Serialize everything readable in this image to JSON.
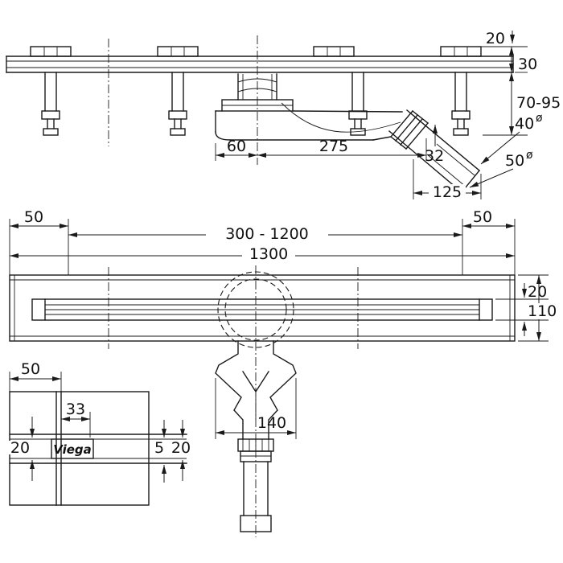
{
  "brand": "Viega",
  "colors": {
    "line": "#1a1a1a",
    "background": "#ffffff"
  },
  "side_view": {
    "dims": {
      "grate_recess": "20",
      "frame_height": "30",
      "adjust_range": "70-95",
      "outlet_dia_inner": "40",
      "outlet_dia_outer": "50",
      "dia_symbol": "ø",
      "flange_to_center": "60",
      "center_to_outlet": "275",
      "outlet_depth": "32",
      "outlet_length": "125"
    }
  },
  "plan_view": {
    "dims": {
      "end_left": "50",
      "length_range": "300 - 1200",
      "end_right": "50",
      "total_length": "1300",
      "grate_width": "20",
      "body_width": "110",
      "trap_width": "140"
    }
  },
  "detail_view": {
    "dims": {
      "edge": "50",
      "inset": "33",
      "depth_left": "20",
      "slot": "5",
      "depth_right": "20"
    },
    "logo": "Viega"
  }
}
